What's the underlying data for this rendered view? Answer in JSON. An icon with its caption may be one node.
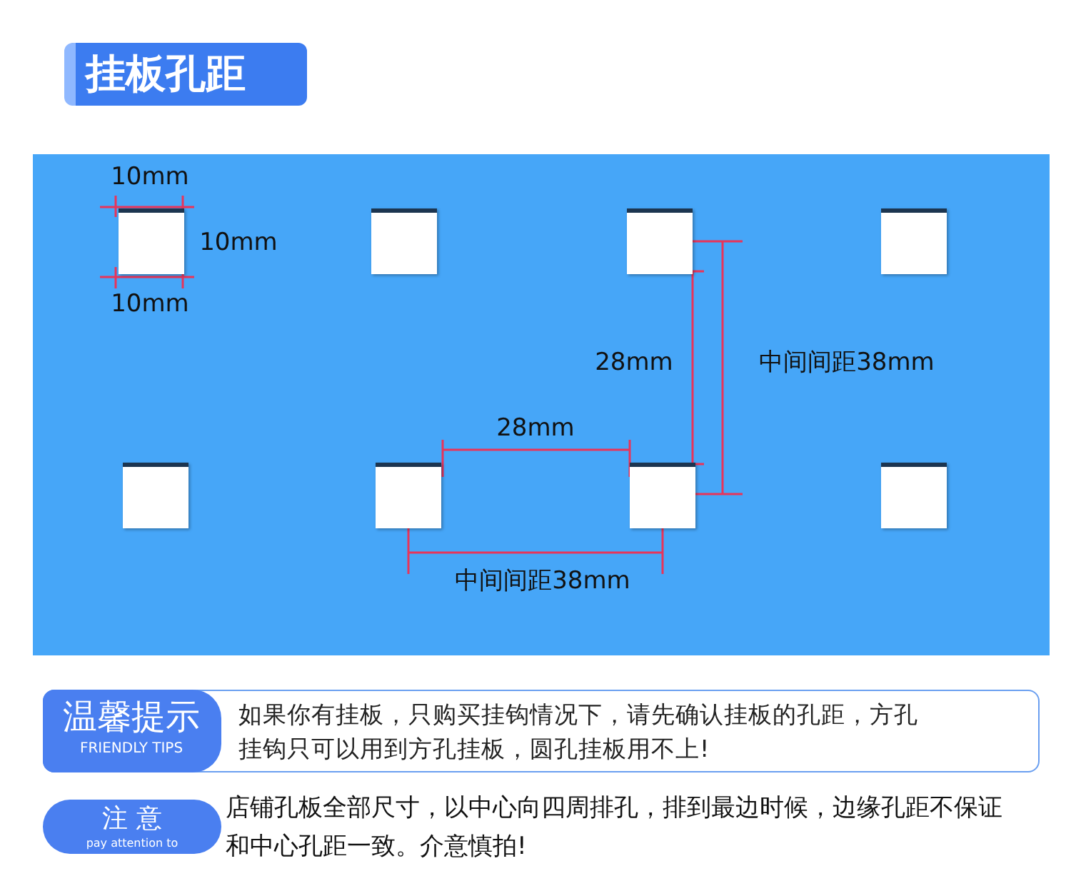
{
  "diagram": {
    "title": "挂板孔距",
    "nodes": [
      {
        "text": [],
        "shape": "box"
      },
      {
        "text": [],
        "shape": "box"
      },
      {
        "text": [],
        "shape": "box"
      },
      {
        "text": [],
        "shape": "box"
      },
      {
        "text": [],
        "shape": "box"
      },
      {
        "text": [],
        "shape": "box"
      },
      {
        "text": [],
        "shape": "box"
      },
      {
        "text": [],
        "shape": "box"
      },
      {
        "text": [
          "如果你有挂板，只购买挂钩情况下，请先确认挂板的孔距，方孔挂钩只可以用到方孔挂板，圆孔挂板用不上!"
        ]
      },
      {
        "text": [
          "温馨提示",
          "FRIENDLY TIPS"
        ],
        "in": 8
      },
      {
        "text": [
          "注 意",
          "pay attention to"
        ]
      }
    ],
    "labels": [
      "10mm",
      "10mm",
      "10mm",
      "28mm",
      "中间间距38mm",
      "28mm",
      "中间间距38mm",
      "店铺孔板全部尺寸，以中心向四周排孔，排到最边时候，边缘孔距不保证和中心孔距一致。介意慎拍!"
    ]
  }
}
